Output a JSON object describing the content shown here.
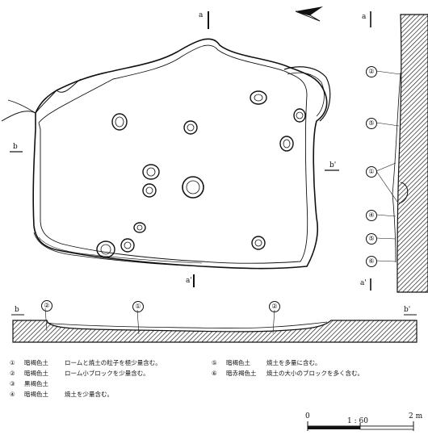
{
  "labels": {
    "a_top": "a",
    "a_bottom": "a'",
    "a_section_top": "a",
    "a_section_bottom": "a'",
    "b_left": "b",
    "b_right": "b'",
    "b_section_left": "b",
    "b_section_right": "b'"
  },
  "section_a_markers": [
    "②",
    "⑤",
    "①",
    "④",
    "⑤",
    "⑥"
  ],
  "section_b_markers": {
    "left": "②",
    "center": "①",
    "right": "②"
  },
  "legend": [
    {
      "num": "①",
      "kind": "暗褐色土",
      "desc": "ロームと焼土の粒子を極少量含む。"
    },
    {
      "num": "②",
      "kind": "暗褐色土",
      "desc": "ローム小ブロックを少量含む。"
    },
    {
      "num": "③",
      "kind": "黒褐色土",
      "desc": ""
    },
    {
      "num": "④",
      "kind": "暗褐色土",
      "desc": "焼土を少量含む。"
    },
    {
      "num": "⑤",
      "kind": "暗褐色土",
      "desc": "焼土を多量に含む。"
    },
    {
      "num": "⑥",
      "kind": "暗赤褐色土",
      "desc": "焼土の大小のブロックを多く含む。"
    }
  ],
  "scale": {
    "zero": "0",
    "ratio": "1 : 60",
    "end": "2 m"
  }
}
